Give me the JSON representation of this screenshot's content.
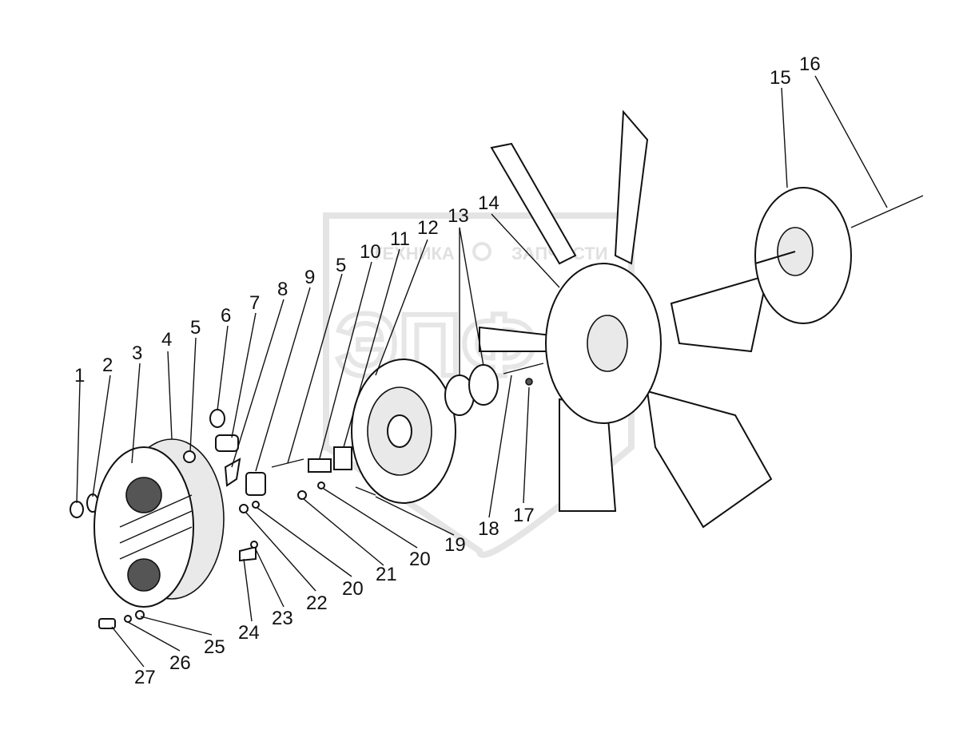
{
  "watermark": {
    "left_text": "ТЕХНИКА",
    "right_text": "ЗАПЧАСТИ",
    "logo_text": "ЭПФ"
  },
  "callouts": [
    {
      "id": "c1",
      "text": "1"
    },
    {
      "id": "c2",
      "text": "2"
    },
    {
      "id": "c3",
      "text": "3"
    },
    {
      "id": "c4",
      "text": "4"
    },
    {
      "id": "c5a",
      "text": "5"
    },
    {
      "id": "c6",
      "text": "6"
    },
    {
      "id": "c7",
      "text": "7"
    },
    {
      "id": "c8",
      "text": "8"
    },
    {
      "id": "c9",
      "text": "9"
    },
    {
      "id": "c5b",
      "text": "5"
    },
    {
      "id": "c10",
      "text": "10"
    },
    {
      "id": "c11",
      "text": "11"
    },
    {
      "id": "c12",
      "text": "12"
    },
    {
      "id": "c13",
      "text": "13"
    },
    {
      "id": "c14",
      "text": "14"
    },
    {
      "id": "c15",
      "text": "15"
    },
    {
      "id": "c16",
      "text": "16"
    },
    {
      "id": "c17",
      "text": "17"
    },
    {
      "id": "c18",
      "text": "18"
    },
    {
      "id": "c19",
      "text": "19"
    },
    {
      "id": "c20a",
      "text": "20"
    },
    {
      "id": "c21",
      "text": "21"
    },
    {
      "id": "c20b",
      "text": "20"
    },
    {
      "id": "c22",
      "text": "22"
    },
    {
      "id": "c23",
      "text": "23"
    },
    {
      "id": "c24",
      "text": "24"
    },
    {
      "id": "c25",
      "text": "25"
    },
    {
      "id": "c26",
      "text": "26"
    },
    {
      "id": "c27",
      "text": "27"
    }
  ]
}
